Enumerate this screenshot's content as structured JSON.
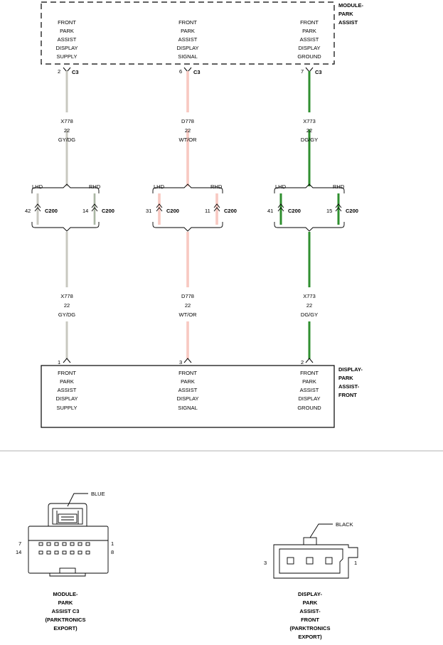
{
  "colors": {
    "wire_gy_dg": "#c8c8c0",
    "wire_gy_dg_stripe": "#8aa888",
    "wire_wt_or": "#f3a59a",
    "wire_wt_or_stripe": "#ffffff",
    "wire_dg_gy": "#2f8f2f",
    "wire_dg_gy_stripe": "#a9c9a9",
    "line": "#000000"
  },
  "module": {
    "title_lines": [
      "MODULE-",
      "PARK",
      "ASSIST"
    ],
    "columns": [
      {
        "lines": [
          "FRONT",
          "PARK",
          "ASSIST",
          "DISPLAY",
          "SUPPLY"
        ],
        "pin": "2",
        "connector": "C3"
      },
      {
        "lines": [
          "FRONT",
          "PARK",
          "ASSIST",
          "DISPLAY",
          "SIGNAL"
        ],
        "pin": "6",
        "connector": "C3"
      },
      {
        "lines": [
          "FRONT",
          "PARK",
          "ASSIST",
          "DISPLAY",
          "GROUND"
        ],
        "pin": "7",
        "connector": "C3"
      }
    ]
  },
  "wires_upper": [
    {
      "circuit": "X778",
      "gauge": "22",
      "color": "GY/DG",
      "color_key": "gy_dg"
    },
    {
      "circuit": "D778",
      "gauge": "22",
      "color": "WT/OR",
      "color_key": "wt_or"
    },
    {
      "circuit": "X773",
      "gauge": "22",
      "color": "DG/GY",
      "color_key": "dg_gy"
    }
  ],
  "splices": [
    {
      "lhd_label": "LHD",
      "rhd_label": "RHD",
      "lhd_pin": "42",
      "lhd_conn": "C200",
      "rhd_pin": "14",
      "rhd_conn": "C200"
    },
    {
      "lhd_label": "LHD",
      "rhd_label": "RHD",
      "lhd_pin": "31",
      "lhd_conn": "C200",
      "rhd_pin": "11",
      "rhd_conn": "C200"
    },
    {
      "lhd_label": "LHD",
      "rhd_label": "RHD",
      "lhd_pin": "41",
      "lhd_conn": "C200",
      "rhd_pin": "15",
      "rhd_conn": "C200"
    }
  ],
  "wires_lower": [
    {
      "circuit": "X778",
      "gauge": "22",
      "color": "GY/DG"
    },
    {
      "circuit": "D778",
      "gauge": "22",
      "color": "WT/OR"
    },
    {
      "circuit": "X773",
      "gauge": "22",
      "color": "DG/GY"
    }
  ],
  "display": {
    "title_lines": [
      "DISPLAY-",
      "PARK",
      "ASSIST-",
      "FRONT"
    ],
    "columns": [
      {
        "lines": [
          "FRONT",
          "PARK",
          "ASSIST",
          "DISPLAY",
          "SUPPLY"
        ],
        "pin": "1"
      },
      {
        "lines": [
          "FRONT",
          "PARK",
          "ASSIST",
          "DISPLAY",
          "SIGNAL"
        ],
        "pin": "3"
      },
      {
        "lines": [
          "FRONT",
          "PARK",
          "ASSIST",
          "DISPLAY",
          "GROUND"
        ],
        "pin": "2"
      }
    ]
  },
  "connector_left": {
    "color_label": "BLUE",
    "pin_top_left": "7",
    "pin_top_right": "1",
    "pin_bottom_left": "14",
    "pin_bottom_right": "8",
    "caption_lines": [
      "MODULE-",
      "PARK",
      "ASSIST C3",
      "(PARKTRONICS",
      "EXPORT)"
    ]
  },
  "connector_right": {
    "color_label": "BLACK",
    "pin_left": "3",
    "pin_right": "1",
    "caption_lines": [
      "DISPLAY-",
      "PARK",
      "ASSIST-",
      "FRONT",
      "(PARKTRONICS",
      "EXPORT)"
    ]
  }
}
